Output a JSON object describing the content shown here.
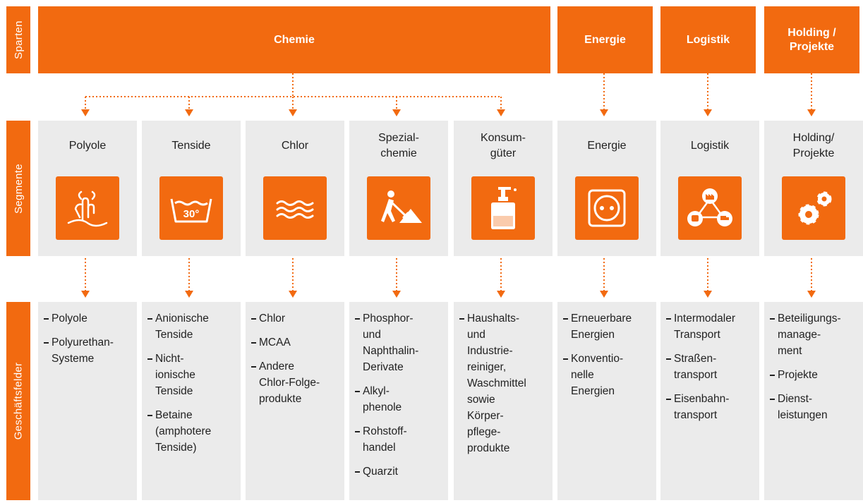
{
  "row_labels": {
    "sparten": "Sparten",
    "segmente": "Segmente",
    "geschaeftsfelder": "Geschäftsfelder"
  },
  "sparten": [
    {
      "label": "Chemie"
    },
    {
      "label": "Energie"
    },
    {
      "label": "Logistik"
    },
    {
      "label": "Holding /\nProjekte"
    }
  ],
  "segments": [
    {
      "title": "Polyole",
      "icon": "hand-finger-icon",
      "fields": [
        "Polyole",
        "Polyurethan-\nSysteme"
      ]
    },
    {
      "title": "Tenside",
      "icon": "wash-30-icon",
      "icon_text": "30°",
      "fields": [
        "Anionische\nTenside",
        "Nicht-\nionische\nTenside",
        "Betaine\n(amphotere\nTenside)"
      ]
    },
    {
      "title": "Chlor",
      "icon": "waves-icon",
      "fields": [
        "Chlor",
        "MCAA",
        "Andere\nChlor-Folge-\nprodukte"
      ]
    },
    {
      "title": "Spezial-\nchemie",
      "icon": "worker-shovel-icon",
      "fields": [
        "Phosphor-\nund\nNaphthalin-\nDerivate",
        "Alkyl-\nphenole",
        "Rohstoff-\nhandel",
        "Quarzit"
      ]
    },
    {
      "title": "Konsum-\ngüter",
      "icon": "soap-dispenser-icon",
      "fields": [
        "Haushalts-\nund\nIndustrie-\nreiniger,\nWaschmittel\nsowie\nKörper-\npflege-\nprodukte"
      ]
    },
    {
      "title": "Energie",
      "icon": "power-socket-icon",
      "fields": [
        "Erneuerbare\nEnergien",
        "Konventio-\nnelle\nEnergien"
      ]
    },
    {
      "title": "Logistik",
      "icon": "logistics-network-icon",
      "fields": [
        "Intermodaler\nTransport",
        "Straßen-\ntransport",
        "Eisenbahn-\ntransport"
      ]
    },
    {
      "title": "Holding/\nProjekte",
      "icon": "gears-icon",
      "fields": [
        "Beteiligungs-\nmanage-\nment",
        "Projekte",
        "Dienst-\nleistungen"
      ]
    }
  ],
  "colors": {
    "accent": "#f26a10",
    "panel": "#ebebeb",
    "text": "#222222"
  }
}
